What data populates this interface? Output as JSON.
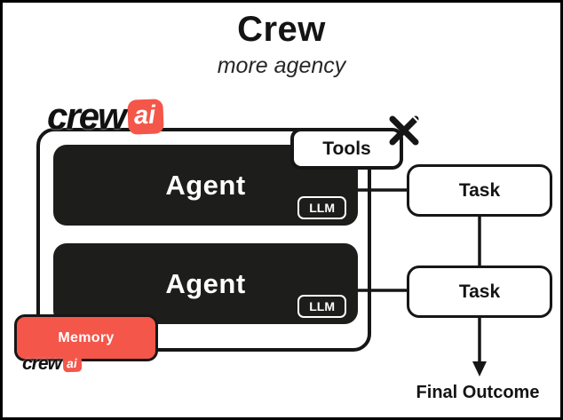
{
  "header": {
    "title": "Crew",
    "subtitle": "more agency"
  },
  "logo": {
    "crew_text": "crew",
    "ai_text": "ai"
  },
  "crew_box": {
    "tools_label": "Tools",
    "agents": [
      {
        "label": "Agent",
        "llm_label": "LLM"
      },
      {
        "label": "Agent",
        "llm_label": "LLM"
      }
    ],
    "memory_label": "Memory"
  },
  "footer_logo": {
    "crew_text": "crew",
    "ai_text": "ai"
  },
  "tasks": [
    {
      "label": "Task"
    },
    {
      "label": "Task"
    }
  ],
  "final_outcome_label": "Final Outcome",
  "colors": {
    "accent_coral": "#f4564a",
    "box_black": "#1d1d1b",
    "line_black": "#161616"
  }
}
